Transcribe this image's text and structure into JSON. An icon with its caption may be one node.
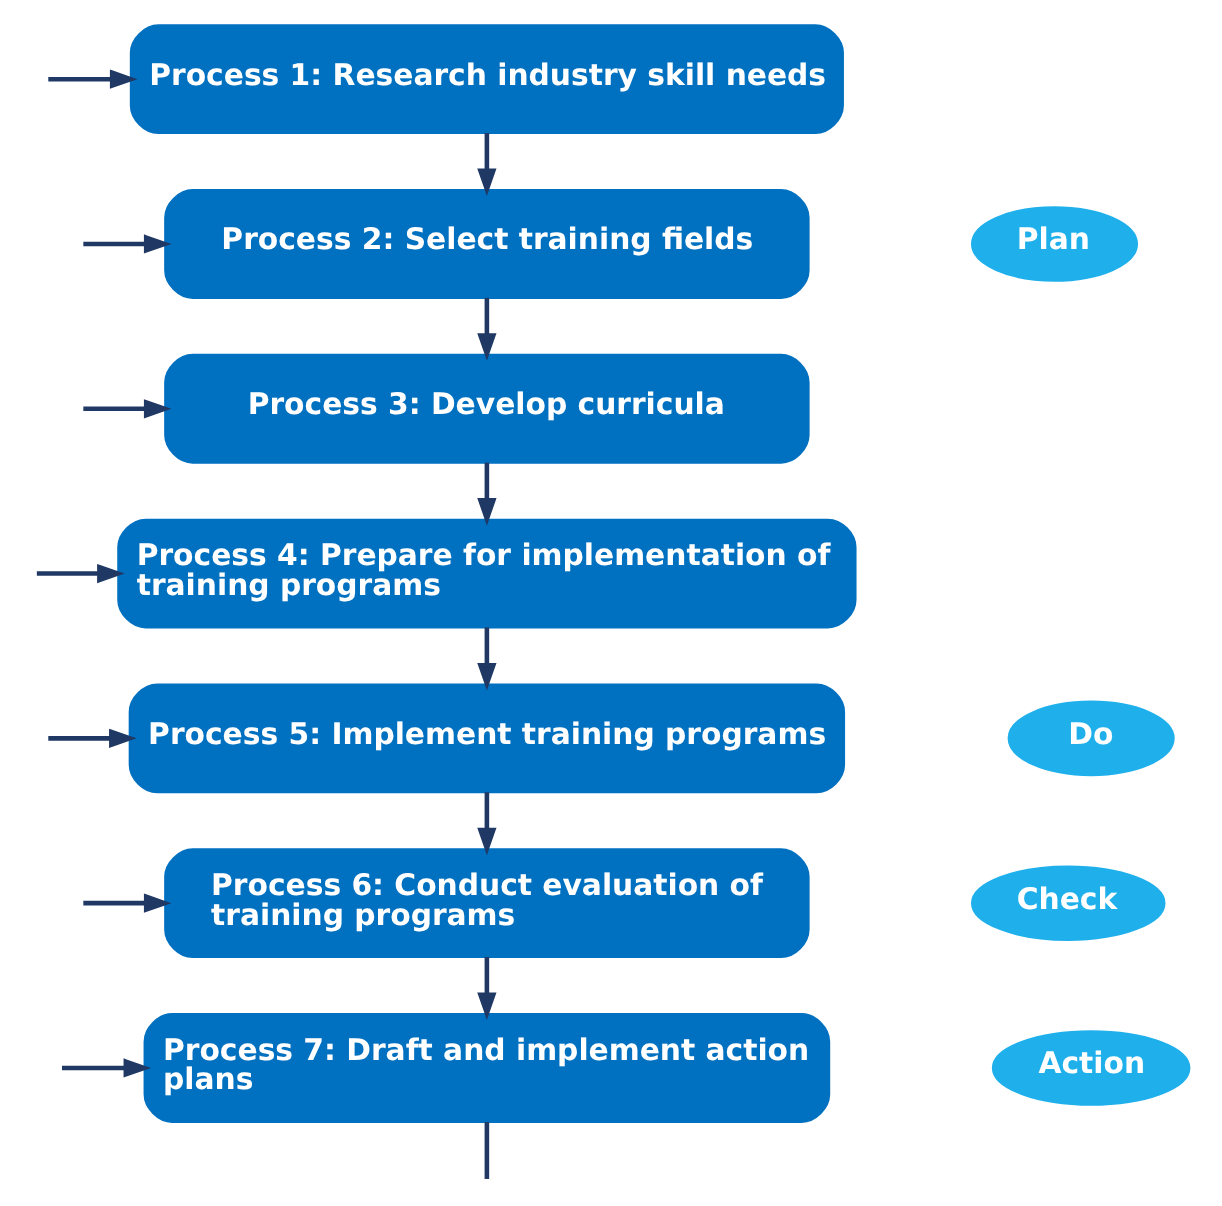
{
  "diagram": {
    "nodes": [
      {
        "text": [
          "Process 1: Research industry skill needs"
        ]
      },
      {
        "text": [
          "Process 2: Select training fields"
        ]
      },
      {
        "text": [
          "Process 3: Develop curricula"
        ]
      },
      {
        "text": [
          "Process 4: Prepare for implementation of training programs"
        ]
      },
      {
        "text": [
          "Process 5: Implement training programs"
        ]
      },
      {
        "text": [
          "Process 6: Conduct evaluation of training programs"
        ]
      },
      {
        "text": [
          "Process 7: Draft and implement action plans"
        ]
      },
      {
        "text": [
          "Plan"
        ]
      },
      {
        "text": [
          "Do"
        ]
      },
      {
        "text": [
          "Check"
        ]
      },
      {
        "text": [
          "Action"
        ]
      }
    ],
    "edges": [
      {
        "from": 0,
        "to": 1,
        "arrow": "to"
      },
      {
        "from": 1,
        "to": 2,
        "arrow": "to"
      },
      {
        "from": 2,
        "to": 3,
        "arrow": "to"
      },
      {
        "from": 3,
        "to": 4,
        "arrow": "to"
      },
      {
        "from": 4,
        "to": 5,
        "arrow": "to"
      },
      {
        "from": 5,
        "to": 6,
        "arrow": "to"
      },
      {
        "from": null,
        "to": 0,
        "arrow": "to"
      },
      {
        "from": null,
        "to": 1,
        "arrow": "to"
      },
      {
        "from": null,
        "to": 2,
        "arrow": "to"
      },
      {
        "from": null,
        "to": 3,
        "arrow": "to"
      },
      {
        "from": null,
        "to": 4,
        "arrow": "to"
      },
      {
        "from": null,
        "to": 5,
        "arrow": "to"
      },
      {
        "from": null,
        "to": 6,
        "arrow": "to"
      },
      {
        "from": 6,
        "to": null,
        "arrow": "none"
      }
    ]
  }
}
